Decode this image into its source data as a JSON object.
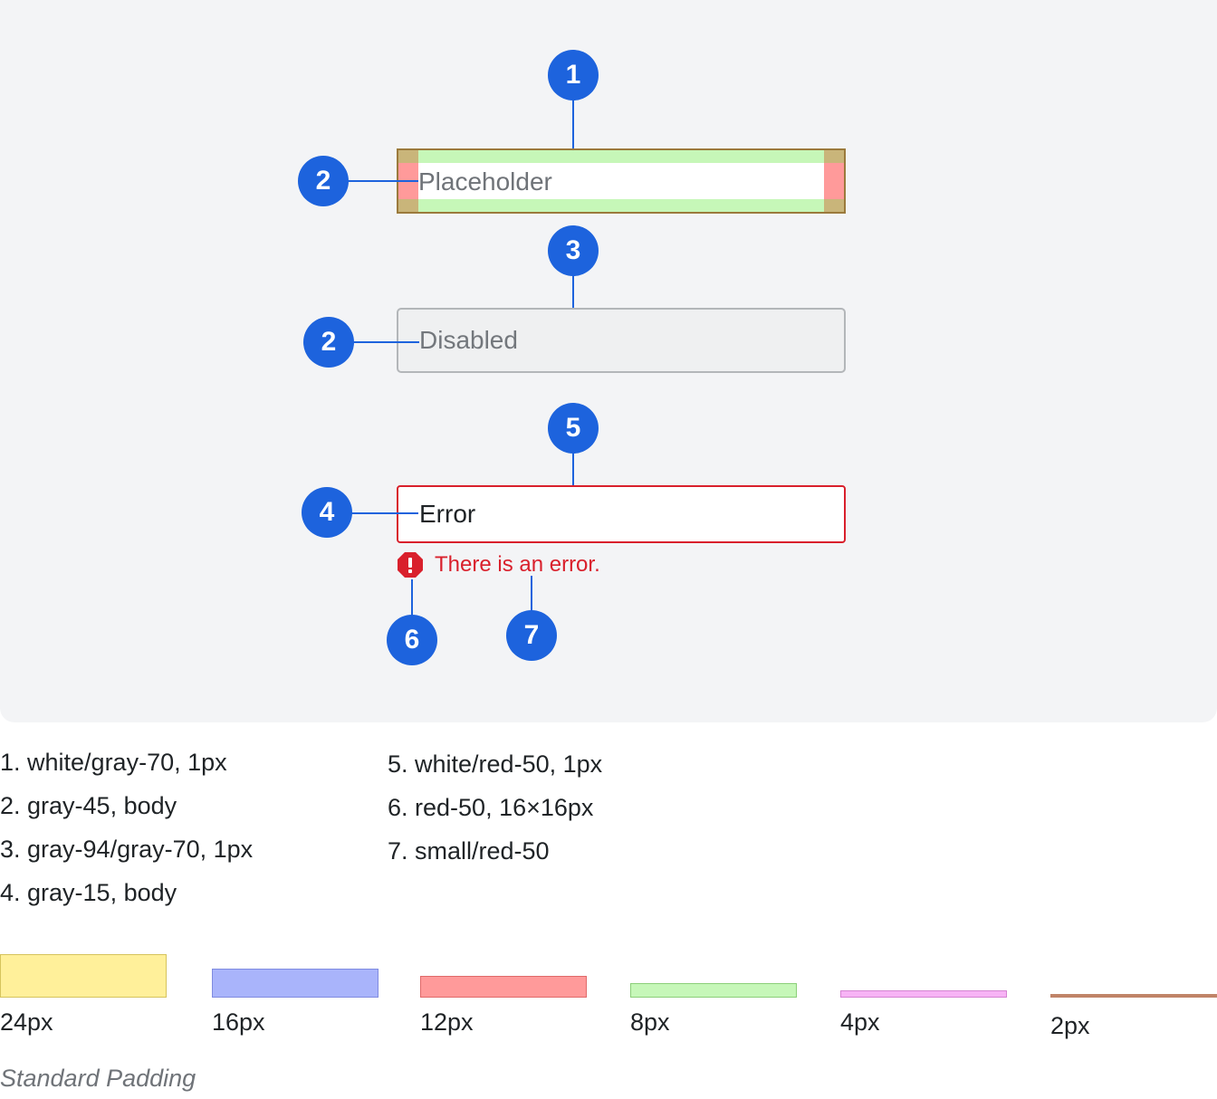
{
  "callouts": [
    "1",
    "2",
    "3",
    "2",
    "5",
    "4",
    "6",
    "7"
  ],
  "fields": {
    "default_text": "Placeholder",
    "disabled_text": "Disabled",
    "error_text": "Error"
  },
  "error_message": "There is an error.",
  "notes_left": [
    "1. white/gray-70, 1px",
    "2. gray-45, body",
    "3. gray-94/gray-70, 1px",
    "4. gray-15, body"
  ],
  "notes_right": [
    "5. white/red-50, 1px",
    "6. red-50, 16×16px",
    "7. small/red-50"
  ],
  "legend": [
    {
      "label": "24px",
      "color": "#fff09a"
    },
    {
      "label": "16px",
      "color": "#a9b4fb"
    },
    {
      "label": "12px",
      "color": "#ff9a9a"
    },
    {
      "label": "8px",
      "color": "#c6f7b8"
    },
    {
      "label": "4px",
      "color": "#f7b3f5"
    },
    {
      "label": "2px",
      "color": "#c08468"
    }
  ],
  "footer": "Standard Padding",
  "colors": {
    "callout": "#1d63dd",
    "error": "#d9202c",
    "panel": "#f3f4f6"
  }
}
